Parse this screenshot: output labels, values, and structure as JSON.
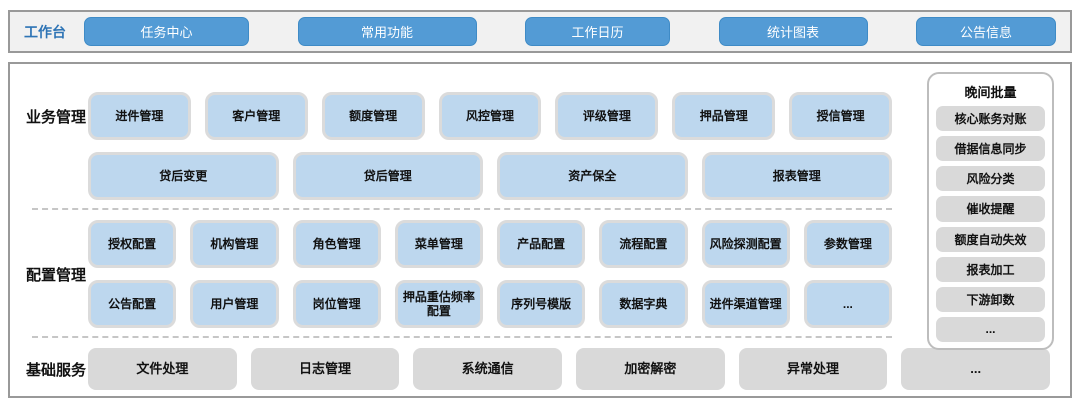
{
  "colors": {
    "accent_blue": "#539BD5",
    "accent_blue_border": "#3F8BC6",
    "workbench_label_blue": "#2E74B5",
    "module_card_blue": "#BDD7EE",
    "card_border_gray": "#DBDBDB",
    "gray_card": "#D9D9D9",
    "panel_border": "#999999",
    "topbar_bg": "#F1F1F1",
    "dashed_divider": "#C6C6C6"
  },
  "topbar": {
    "label": "工作台",
    "buttons": [
      "任务中心",
      "常用功能",
      "工作日历",
      "统计图表",
      "公告信息"
    ]
  },
  "sections": [
    {
      "label": "业务管理",
      "rows": [
        [
          "进件管理",
          "客户管理",
          "额度管理",
          "风控管理",
          "评级管理",
          "押品管理",
          "授信管理"
        ],
        [
          "贷后变更",
          "贷后管理",
          "资产保全",
          "报表管理"
        ]
      ]
    },
    {
      "label": "配置管理",
      "rows": [
        [
          "授权配置",
          "机构管理",
          "角色管理",
          "菜单管理",
          "产品配置",
          "流程配置",
          "风险探测配置",
          "参数管理"
        ],
        [
          "公告配置",
          "用户管理",
          "岗位管理",
          "押品重估频率配置",
          "序列号模版",
          "数据字典",
          "进件渠道管理",
          "..."
        ]
      ]
    },
    {
      "label": "基础服务",
      "rows": [
        [
          "文件处理",
          "日志管理",
          "系统通信",
          "加密解密",
          "异常处理",
          "..."
        ]
      ]
    }
  ],
  "night_batch": {
    "title": "晚间批量",
    "items": [
      "核心账务对账",
      "借据信息同步",
      "风险分类",
      "催收提醒",
      "额度自动失效",
      "报表加工",
      "下游卸数",
      "..."
    ]
  }
}
